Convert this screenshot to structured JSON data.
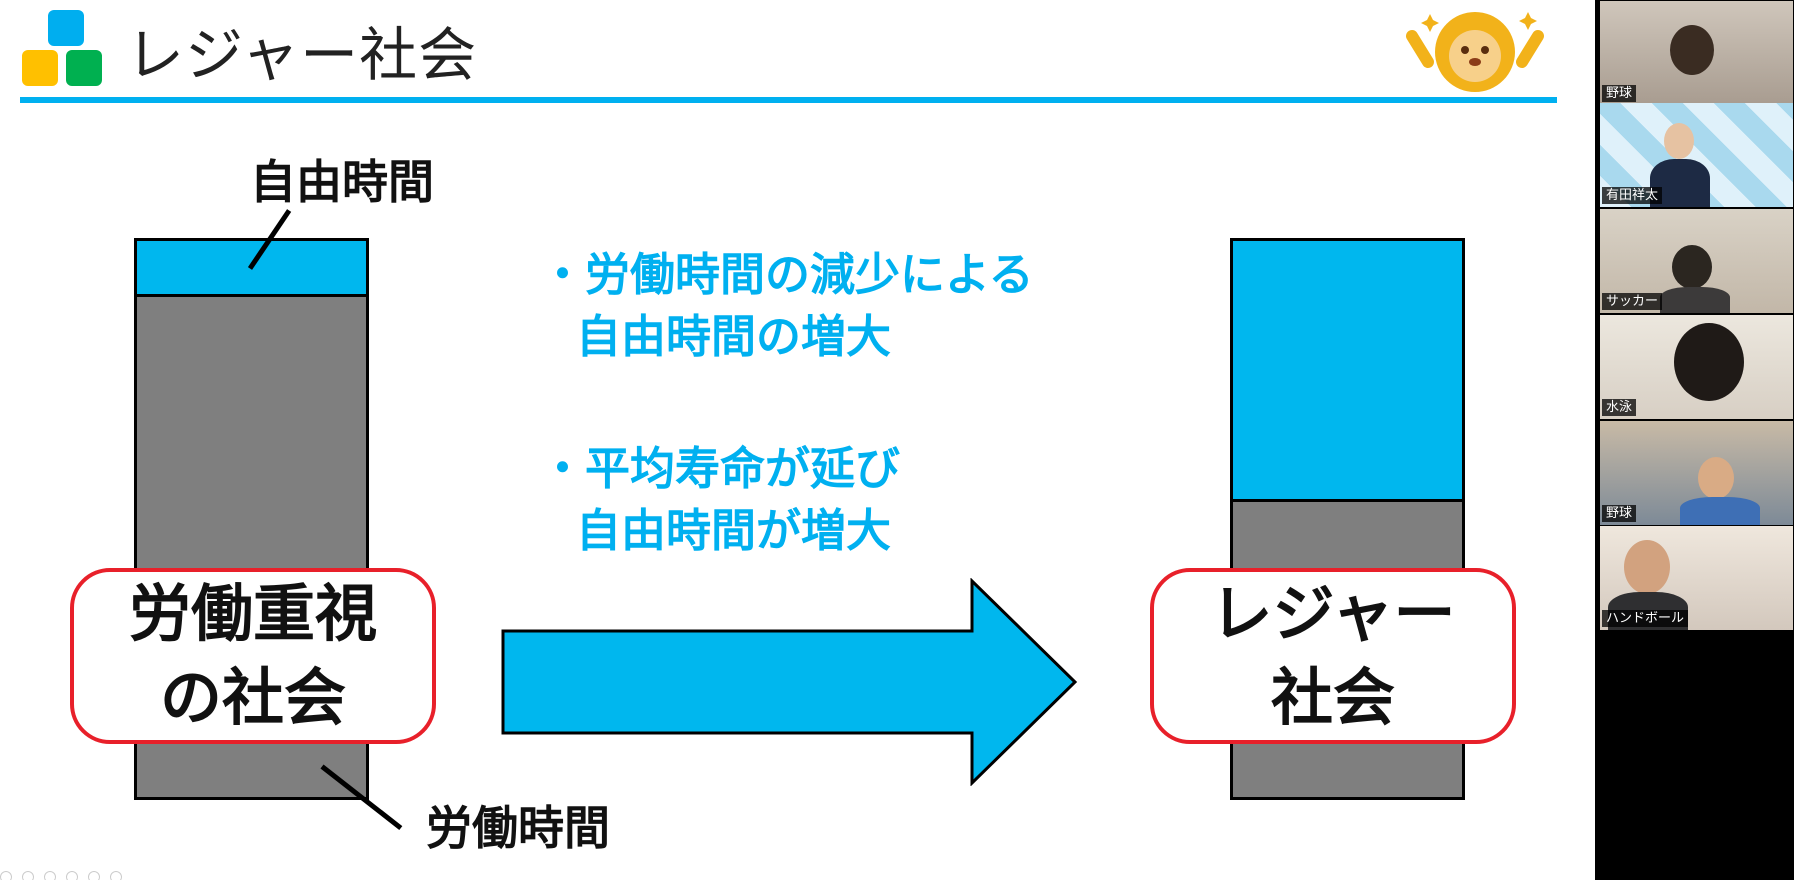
{
  "slide": {
    "title": "レジャー社会",
    "logo": {
      "colors": [
        "#00aeef",
        "#ffc000",
        "#00b050"
      ]
    },
    "mascot_icon": "lion-mascot-icon",
    "left_bar": {
      "top_label": "自由時間",
      "bottom_label": "労働時間",
      "free_time_share": 0.1,
      "callout": [
        "労働重視",
        "の社会"
      ]
    },
    "bullets": [
      {
        "line1": "・労働時間の減少による",
        "line2": "自由時間の増大"
      },
      {
        "line1": "・平均寿命が延び",
        "line2": "自由時間が増大"
      }
    ],
    "arrow_icon": "right-arrow-icon",
    "right_bar": {
      "free_time_share": 0.47,
      "callout": [
        "レジャー",
        "社会"
      ]
    },
    "colors": {
      "accent": "#00b0f0",
      "work": "#7f7f7f",
      "callout_border": "#e8202a"
    }
  },
  "participants": [
    {
      "name": "野球"
    },
    {
      "name": "有田祥太"
    },
    {
      "name": "サッカー"
    },
    {
      "name": "水泳"
    },
    {
      "name": "野球"
    },
    {
      "name": "ハンドボール"
    }
  ]
}
